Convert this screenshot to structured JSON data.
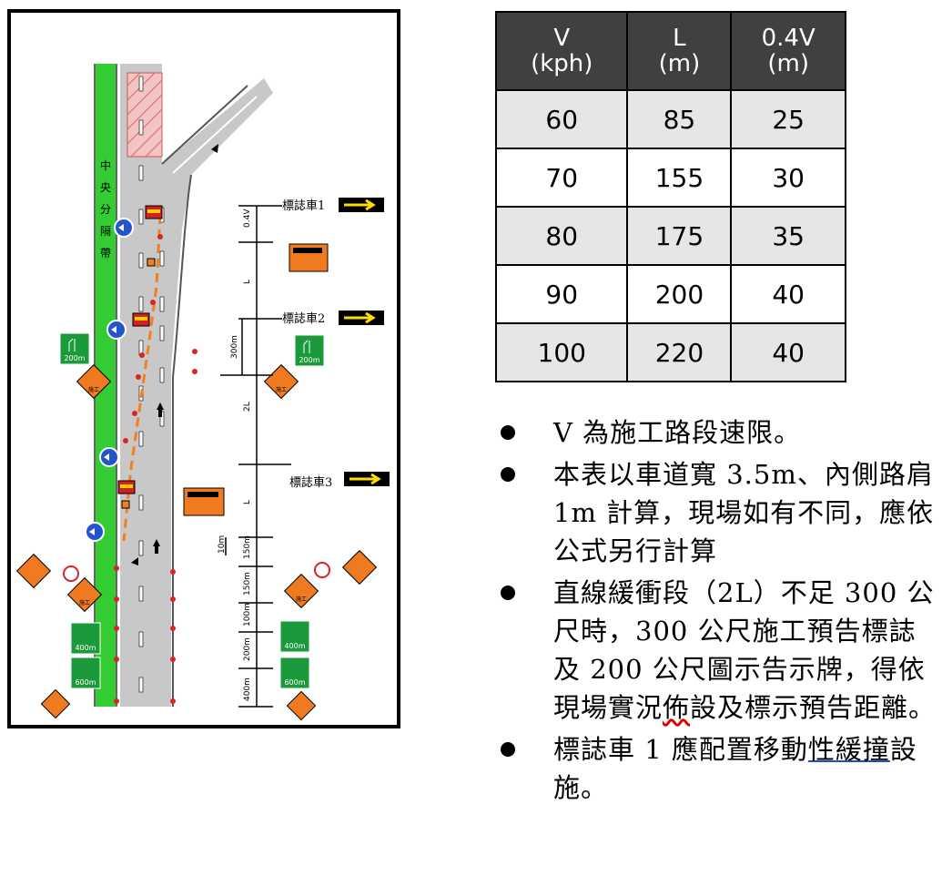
{
  "diagram": {
    "median_label": [
      "中",
      "央",
      "分",
      "隔",
      "帶"
    ],
    "marker_vehicles": [
      "標誌車1",
      "標誌車2",
      "標誌車3"
    ],
    "dimensions": [
      "0.4V",
      "L",
      "300m",
      "2L",
      "L",
      "10m",
      "150m",
      "150m",
      "100m",
      "200m",
      "400m"
    ],
    "distance_signs": [
      "200m",
      "200m",
      "400m",
      "400m",
      "600m",
      "600m"
    ],
    "work_sign_label": "施工",
    "colors": {
      "median": "#33cc33",
      "road": "#c8c8c8",
      "taper": "#f08020",
      "sign_green": "#1a9a3a",
      "sign_orange": "#f07a20"
    }
  },
  "table": {
    "headers": [
      [
        "V",
        "(kph)"
      ],
      [
        "L",
        "(m)"
      ],
      [
        "0.4V",
        "(m)"
      ]
    ],
    "rows": [
      [
        "60",
        "85",
        "25"
      ],
      [
        "70",
        "155",
        "30"
      ],
      [
        "80",
        "175",
        "35"
      ],
      [
        "90",
        "200",
        "40"
      ],
      [
        "100",
        "220",
        "40"
      ]
    ]
  },
  "notes": {
    "n1": "V 為施工路段速限。",
    "n2": "本表以車道寬 3.5m、內側路肩 1m 計算，現場如有不同，應依公式另行計算",
    "n3": "直線緩衝段（2L）不足 300 公尺時，300 公尺施工預告標誌及 200 公尺圖示告示牌，得依現場實況",
    "n3_wavy": "佈",
    "n3_end": "設及標示預告距離。",
    "n4_a": "標誌車 1 應配置移動",
    "n4_u": "性緩撞",
    "n4_b": "設施。"
  }
}
